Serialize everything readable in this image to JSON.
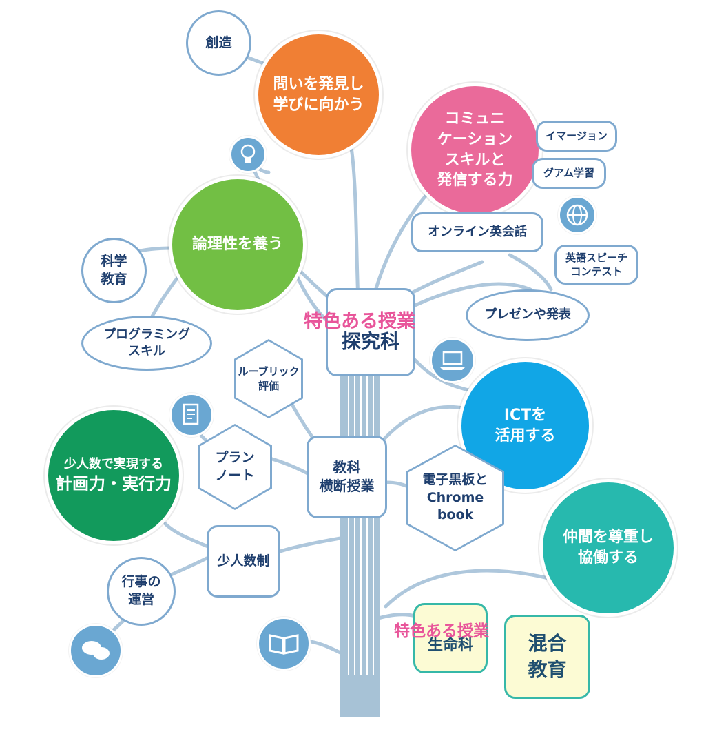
{
  "colors": {
    "branch": "#aec7dc",
    "trunk": "#a7c2d6",
    "orange": "#f07f34",
    "pink": "#ea6a9a",
    "green": "#72bf44",
    "darkgreen": "#129a5c",
    "blue": "#11a6e6",
    "teal": "#27b9ae",
    "accent_pink": "#e8559a"
  },
  "nodes": {
    "souzou": "創造",
    "toi": "問いを発見し\n学びに向かう",
    "comm": "コミュニ\nケーション\nスキルと\n発信する力",
    "immersion": "イマージョン",
    "gram": "グアム学習",
    "online": "オンライン英会話",
    "speech": "英語スピーチ\nコンテスト",
    "ronri": "論理性を養う",
    "kagaku": "科学\n教育",
    "programming": "プログラミング\nスキル",
    "rubric": "ルーブリック\n評価",
    "center_label": "特色ある授業",
    "center_title": "探究科",
    "presen": "プレゼンや発表",
    "ict": "ICTを\n活用する",
    "kyouka": "教科\n横断授業",
    "denshi": "電子黒板と\nChrome\nbook",
    "plan": "プラン\nノート",
    "shounin_title_small": "少人数で実現する",
    "shounin_title_big": "計画力・実行力",
    "shouninsei": "少人数制",
    "gyouji": "行事の\n運営",
    "nakama": "仲間を尊重し\n協働する",
    "life_label": "特色ある授業",
    "life_title": "生命科",
    "kongo": "混合\n教育"
  },
  "icons": [
    "lightbulb-icon",
    "globe-icon",
    "laptop-icon",
    "document-icon",
    "chat-icon",
    "book-icon"
  ]
}
